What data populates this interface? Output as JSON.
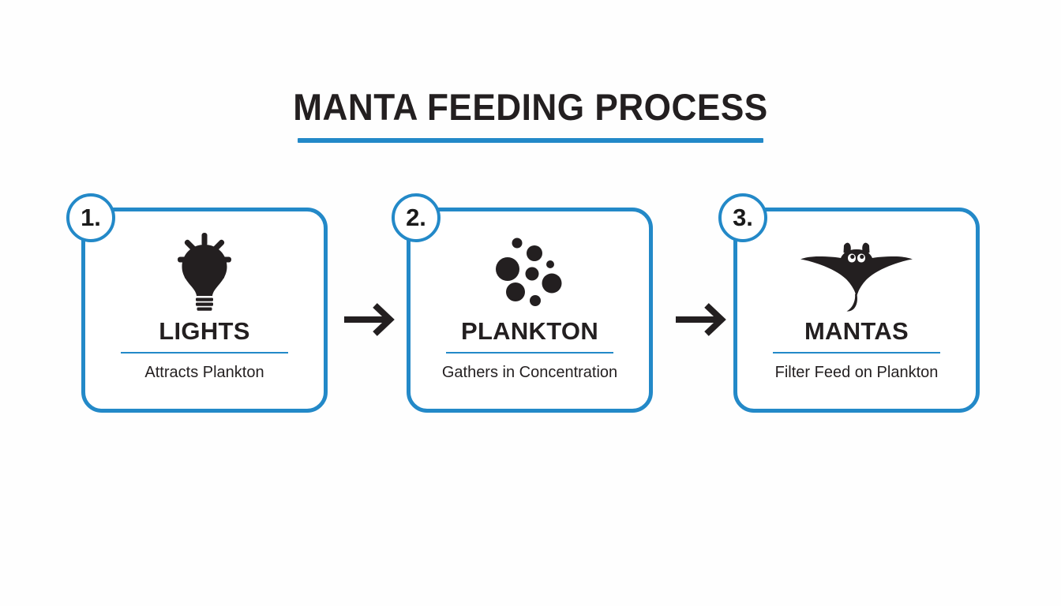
{
  "header": {
    "title": "MANTA FEEDING PROCESS",
    "accent_color": "#2389c8",
    "text_color": "#231f20"
  },
  "background_color": "#fdfdfd",
  "steps": [
    {
      "number": "1.",
      "icon": "lightbulb-icon",
      "heading": "LIGHTS",
      "subtitle": "Attracts Plankton"
    },
    {
      "number": "2.",
      "icon": "plankton-dots-icon",
      "heading": "PLANKTON",
      "subtitle": "Gathers in Concentration"
    },
    {
      "number": "3.",
      "icon": "manta-ray-icon",
      "heading": "MANTAS",
      "subtitle": "Filter Feed on Plankton"
    }
  ],
  "connectors": [
    {
      "icon": "arrow-right-icon",
      "from": "LIGHTS",
      "to": "PLANKTON"
    },
    {
      "icon": "arrow-right-icon",
      "from": "PLANKTON",
      "to": "MANTAS"
    }
  ]
}
